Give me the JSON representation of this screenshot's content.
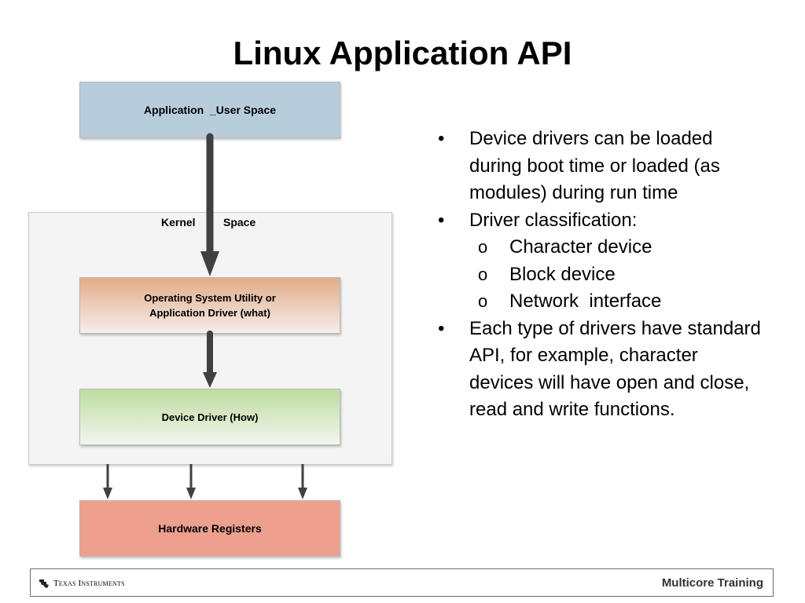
{
  "slide": {
    "title": "Linux Application API"
  },
  "diagram": {
    "application": "Application  _User Space",
    "kernel_label_1": "Kernel",
    "kernel_label_2": "Space",
    "os_line1": "Operating System Utility or",
    "os_line2": "Application Driver (what)",
    "device_driver": "Device Driver (How)",
    "hardware": "Hardware Registers",
    "colors": {
      "application": "#b8cddc",
      "os_utility": "#e2ac88",
      "device_driver": "#bfdca1",
      "hardware": "#eca08d",
      "kernel": "#f4f4f4",
      "arrow": "#404040"
    }
  },
  "bullets": {
    "bullet_marker": "•",
    "sub_marker": "o",
    "b1_l1": "Device drivers can be loaded",
    "b1_l2": "during boot time or loaded (as",
    "b1_l3": "modules) during run time",
    "b2_l1": "Driver classification:",
    "sub1": "Character device",
    "sub2": "Block device",
    "sub3": "Network  interface",
    "b3_l1": "Each type of drivers have standard",
    "b3_l2": "API, for example, character",
    "b3_l3": "devices will have open and close,",
    "b3_l4": "read and write functions."
  },
  "footer": {
    "company": "Texas Instruments",
    "icon": "ti-logo-icon",
    "right_text": "Multicore Training"
  }
}
